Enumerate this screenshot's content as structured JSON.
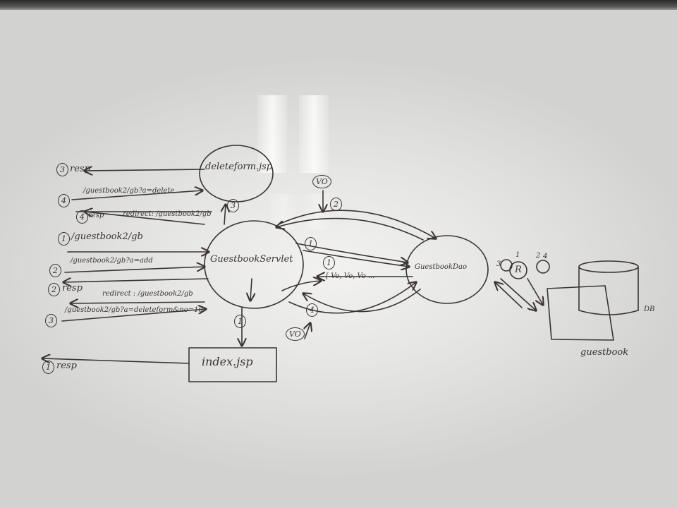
{
  "nodes": {
    "deleteform": "deleteform.jsp",
    "servlet": "GuestbookServlet",
    "dao": "GuestbookDao",
    "index": "index.jsp",
    "db_label": "DB",
    "table": "guestbook",
    "vo_list": "[ Vo, Vo, Vo ...",
    "r_node": "R"
  },
  "left_flows": {
    "resp3_num": "3",
    "resp3": "resp",
    "req4_num": "4",
    "req4": "/guestbook2/gb?a=delete",
    "resp4_num": "4",
    "resp4": "resp",
    "redirect4": "redirect: /guestbook2/gb",
    "req1_num": "1",
    "req1": "/guestbook2/gb",
    "req2_num": "2",
    "req2": "/guestbook2/gb?a=add",
    "resp2_num": "2",
    "resp2": "resp",
    "redirect2": "redirect : /guestbook2/gb",
    "req3_num": "3",
    "req3": "/guestbook2/gb?a=deleteform&no=10",
    "resp1_num": "1",
    "resp1": "resp"
  },
  "markers": {
    "m3_deleteform": "3",
    "vo_top": "VO",
    "m2_top": "2",
    "m1_mid": "1",
    "m1_mid2": "1",
    "m1_index": "1",
    "m4_bottom": "4",
    "vo_bottom": "VO",
    "m3_r": "3",
    "m1_r": "1",
    "m2_r": "2",
    "m4_r": "4"
  }
}
